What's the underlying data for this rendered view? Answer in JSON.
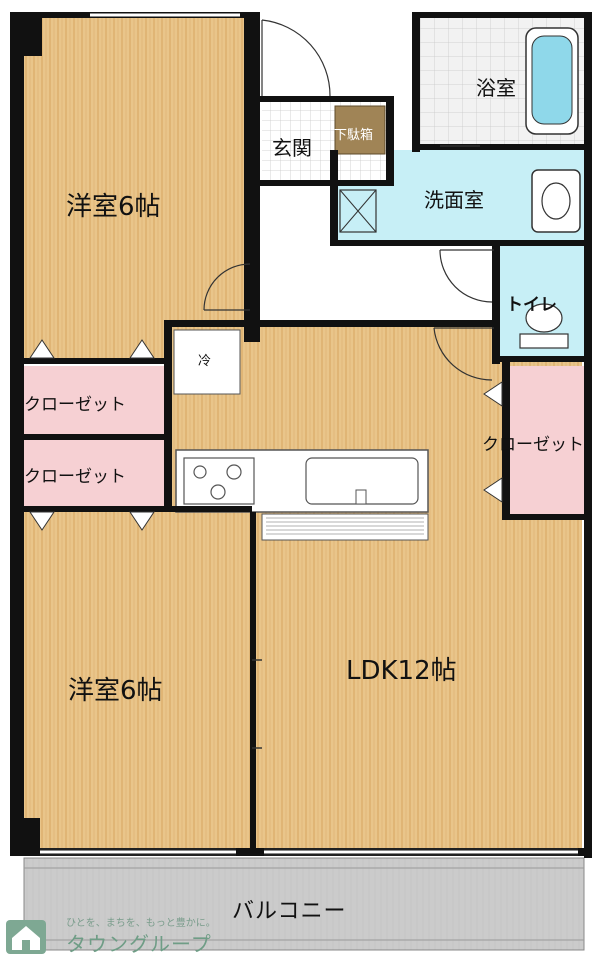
{
  "rooms": {
    "western_top": "洋室6帖",
    "western_bottom": "洋室6帖",
    "ldk": "LDK12帖",
    "bath": "浴室",
    "washroom": "洗面室",
    "toilet": "トイレ",
    "entrance": "玄関",
    "shoe_box": "下駄箱",
    "fridge": "冷",
    "closet_1": "クローゼット",
    "closet_2": "クローゼット",
    "closet_3": "クローゼット",
    "balcony": "バルコニー"
  },
  "logo": {
    "tagline": "ひとを、まちを、もっと豊かに。",
    "name": "タウングループ"
  },
  "colors": {
    "wood": "#e9c58a",
    "wood_line": "#d29f57",
    "closet": "#f6d0d3",
    "water_room": "#c7eff6",
    "tile": "#ffffff",
    "wall": "#111111",
    "balcony": "#cbcbcb",
    "logo_green": "#6f9d86"
  }
}
